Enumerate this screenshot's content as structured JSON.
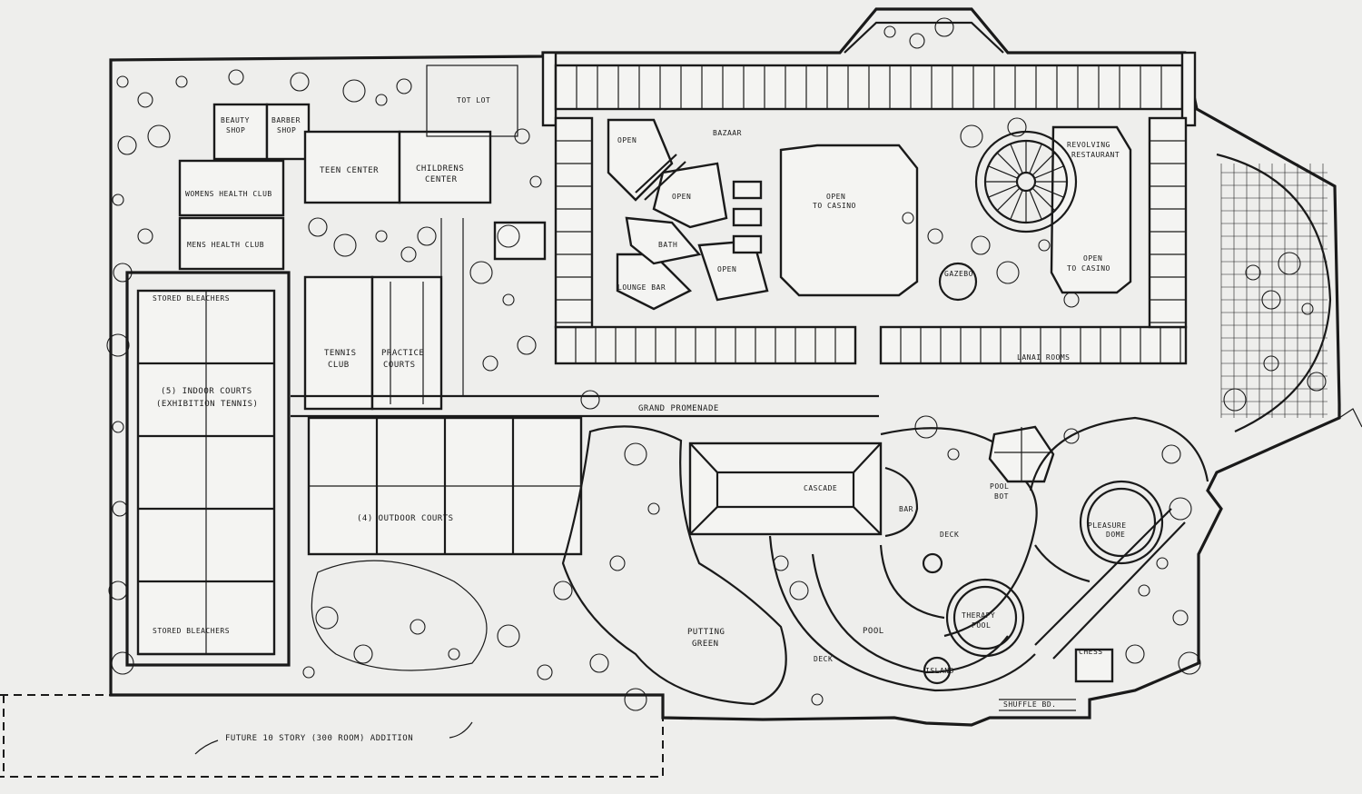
{
  "labels": {
    "beauty_shop_1": "BEAUTY",
    "beauty_shop_2": "SHOP",
    "barber_shop_1": "BARBER",
    "barber_shop_2": "SHOP",
    "tot_lot": "TOT LOT",
    "teen_center": "TEEN CENTER",
    "childrens_center_1": "CHILDRENS",
    "childrens_center_2": "CENTER",
    "womens_health_club": "WOMENS HEALTH CLUB",
    "mens_health_club": "MENS HEALTH CLUB",
    "stored_bleachers_top": "STORED BLEACHERS",
    "stored_bleachers_bottom": "STORED BLEACHERS",
    "indoor_courts_1": "(5) INDOOR COURTS",
    "indoor_courts_2": "(EXHIBITION TENNIS)",
    "tennis_club_1": "TENNIS",
    "tennis_club_2": "CLUB",
    "practice_courts_1": "PRACTICE",
    "practice_courts_2": "COURTS",
    "open_1": "OPEN",
    "bazaar": "BAZAAR",
    "open_2": "OPEN",
    "bath": "BATH",
    "open_3": "OPEN",
    "lounge_bar": "LOUNGE BAR",
    "open_casino_1": "OPEN",
    "open_casino_2": "TO CASINO",
    "gazebo": "GAZEBO",
    "revolving_restaurant_1": "REVOLVING",
    "revolving_restaurant_2": "RESTAURANT",
    "open_casino_3": "OPEN",
    "open_casino_4": "TO CASINO",
    "lanai_rooms": "LANAI ROOMS",
    "grand_promenade": "GRAND PROMENADE",
    "outdoor_courts": "(4) OUTDOOR COURTS",
    "cascade": "CASCADE",
    "bar": "BAR",
    "deck_1": "DECK",
    "pool_bot_1": "POOL",
    "pool_bot_2": "BOT",
    "pleasure_dome_1": "PLEASURE",
    "pleasure_dome_2": "DOME",
    "putting_green_1": "PUTTING",
    "putting_green_2": "GREEN",
    "pool": "POOL",
    "therapy_pool_1": "THERAPY",
    "therapy_pool_2": "POOL",
    "deck_2": "DECK",
    "island": "ISLAND",
    "shuffle_bd": "SHUFFLE BD.",
    "chess": "CHESS",
    "future_addition": "FUTURE 10 STORY (300 ROOM) ADDITION"
  }
}
